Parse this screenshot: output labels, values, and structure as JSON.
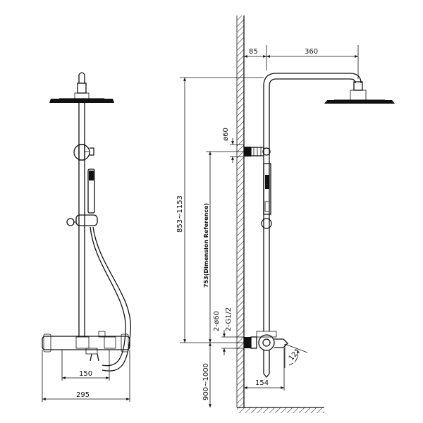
{
  "dimensions": {
    "arm_offset": "85",
    "arm_length": "360",
    "head_diameter": "ø60",
    "total_height": "853~1153",
    "reference_height": "753(Dimension Reference)",
    "inlet_diameters": "2-ø60",
    "inlet_thread": "2-G1/2",
    "mount_height": "900~1000",
    "spout_length": "154",
    "spout_angle": "12°",
    "inlet_spacing": "150",
    "mixer_width": "295"
  }
}
